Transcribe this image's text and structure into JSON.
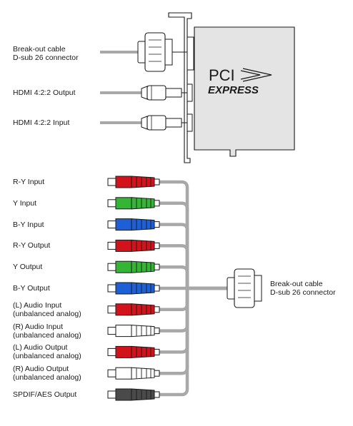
{
  "card": {
    "connector_label_line1": "Break-out cable",
    "connector_label_line2": "D-sub 26 connector",
    "hdmi_output_label": "HDMI 4:2:2 Output",
    "hdmi_input_label": "HDMI 4:2:2 Input",
    "logo_line1": "PCI",
    "logo_line2": "EXPRESS"
  },
  "breakout": {
    "connector_label_line1": "Break-out cable",
    "connector_label_line2": "D-sub 26 connector",
    "cables": [
      {
        "line1": "R-Y Input",
        "line2": "",
        "color": "red"
      },
      {
        "line1": "Y Input",
        "line2": "",
        "color": "green"
      },
      {
        "line1": "B-Y Input",
        "line2": "",
        "color": "blue"
      },
      {
        "line1": "R-Y Output",
        "line2": "",
        "color": "red"
      },
      {
        "line1": "Y Output",
        "line2": "",
        "color": "green"
      },
      {
        "line1": "B-Y Output",
        "line2": "",
        "color": "blue"
      },
      {
        "line1": "(L) Audio Input",
        "line2": "(unbalanced analog)",
        "color": "red"
      },
      {
        "line1": "(R) Audio Input",
        "line2": "(unbalanced analog)",
        "color": "white"
      },
      {
        "line1": "(L) Audio Output",
        "line2": "(unbalanced analog)",
        "color": "red"
      },
      {
        "line1": "(R) Audio Output",
        "line2": "(unbalanced analog)",
        "color": "white"
      },
      {
        "line1": "SPDIF/AES Output",
        "line2": "",
        "color": "black"
      }
    ]
  },
  "colors": {
    "red": "#d2131b",
    "green": "#35b535",
    "blue": "#1d5fd6",
    "white": "#ffffff",
    "black": "#4a4a4a",
    "card_fill": "#e4e4e4",
    "cable": "#a8a8a8",
    "outline": "#1a1a1a"
  }
}
